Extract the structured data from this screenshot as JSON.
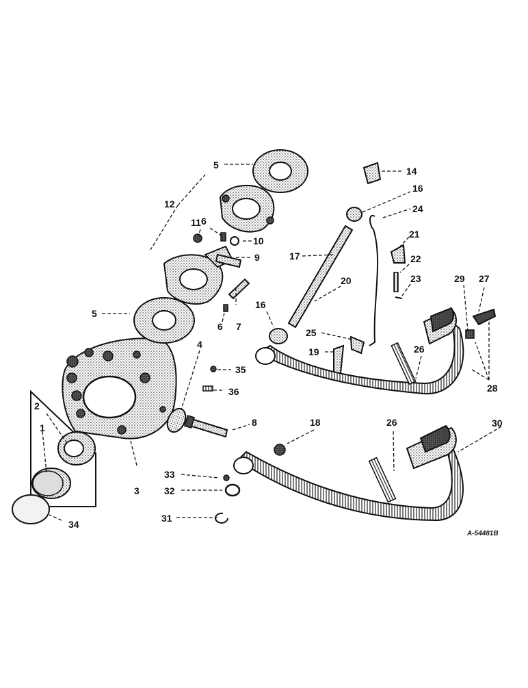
{
  "callouts": {
    "c1": "1",
    "c2": "2",
    "c3": "3",
    "c4": "4",
    "c5a": "5",
    "c5b": "5",
    "c6a": "6",
    "c6b": "6",
    "c7": "7",
    "c8": "8",
    "c9": "9",
    "c10": "10",
    "c11": "11",
    "c12": "12",
    "c14": "14",
    "c16a": "16",
    "c16b": "16",
    "c17": "17",
    "c18": "18",
    "c19": "19",
    "c20": "20",
    "c21": "21",
    "c22": "22",
    "c23": "23",
    "c24": "24",
    "c25": "25",
    "c26a": "26",
    "c26b": "26",
    "c27": "27",
    "c28": "28",
    "c29": "29",
    "c30": "30",
    "c31": "31",
    "c32": "32",
    "c33": "33",
    "c34": "34",
    "c35": "35",
    "c36": "36"
  },
  "reference_code": "A-54481B"
}
